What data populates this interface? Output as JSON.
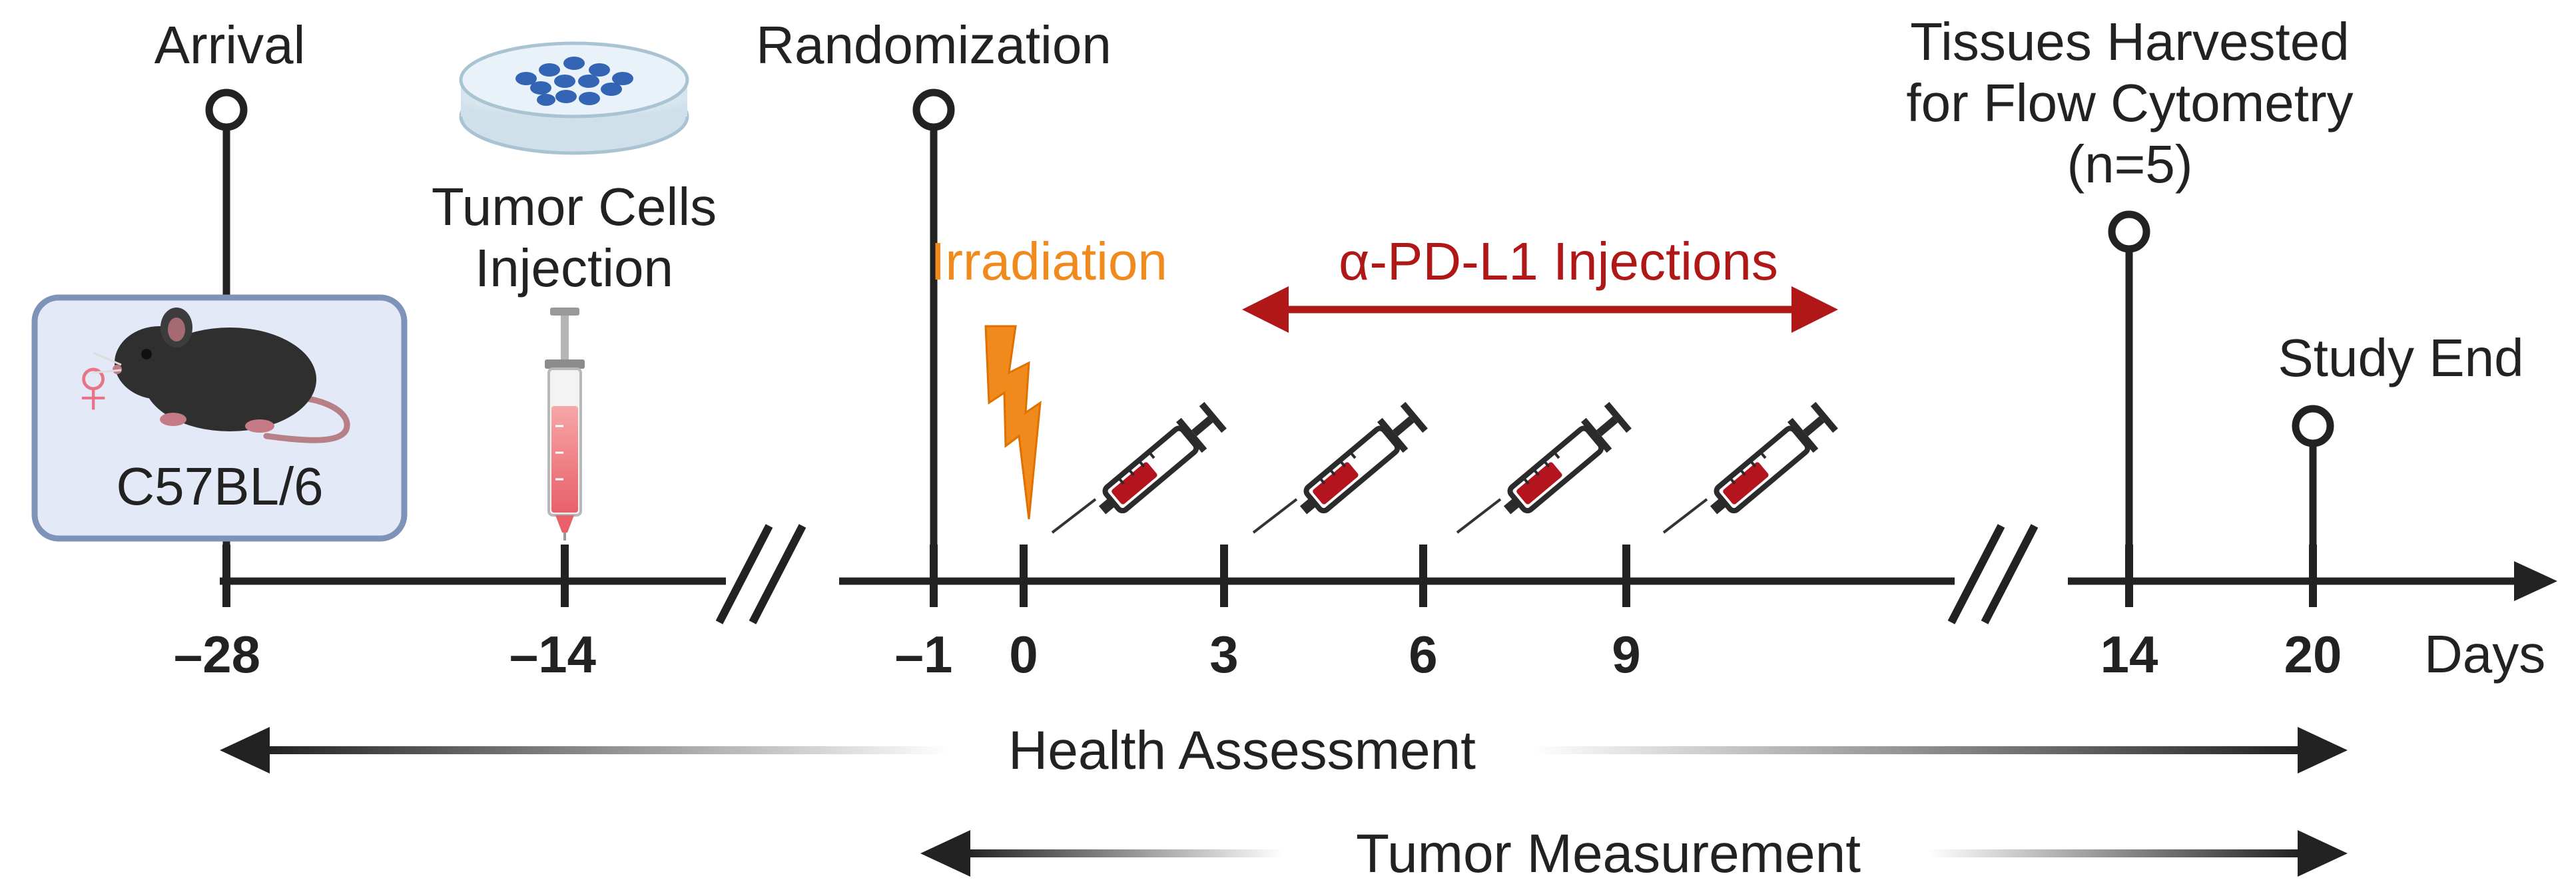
{
  "events": {
    "arrival": "Arrival",
    "tumor_cells_line1": "Tumor Cells",
    "tumor_cells_line2": "Injection",
    "randomization": "Randomization",
    "irradiation": "Irradiation",
    "antibody": "α-PD-L1 Injections",
    "harvest_line1": "Tissues Harvested",
    "harvest_line2": "for Flow Cytometry",
    "harvest_line3": "(n=5)",
    "study_end": "Study End"
  },
  "mouse": {
    "sex_symbol": "♀",
    "strain": "C57BL/6"
  },
  "axis": {
    "ticks": [
      "–28",
      "–14",
      "–1",
      "0",
      "3",
      "6",
      "9",
      "14",
      "20"
    ],
    "unit": "Days"
  },
  "ranges": {
    "health": "Health Assessment",
    "tumor": "Tumor Measurement"
  },
  "colors": {
    "axis": "#222222",
    "irradiation": "#f08a1c",
    "antibody": "#b01818",
    "mouse_box_fill": "#e3e9f6",
    "mouse_box_stroke": "#7f93b8",
    "female_symbol": "#e8748a",
    "syringe_fluid": "#b3141e"
  },
  "icons": [
    "petri-dish-icon",
    "syringe-icon",
    "lightning-icon",
    "mouse-icon",
    "female-symbol-icon"
  ]
}
